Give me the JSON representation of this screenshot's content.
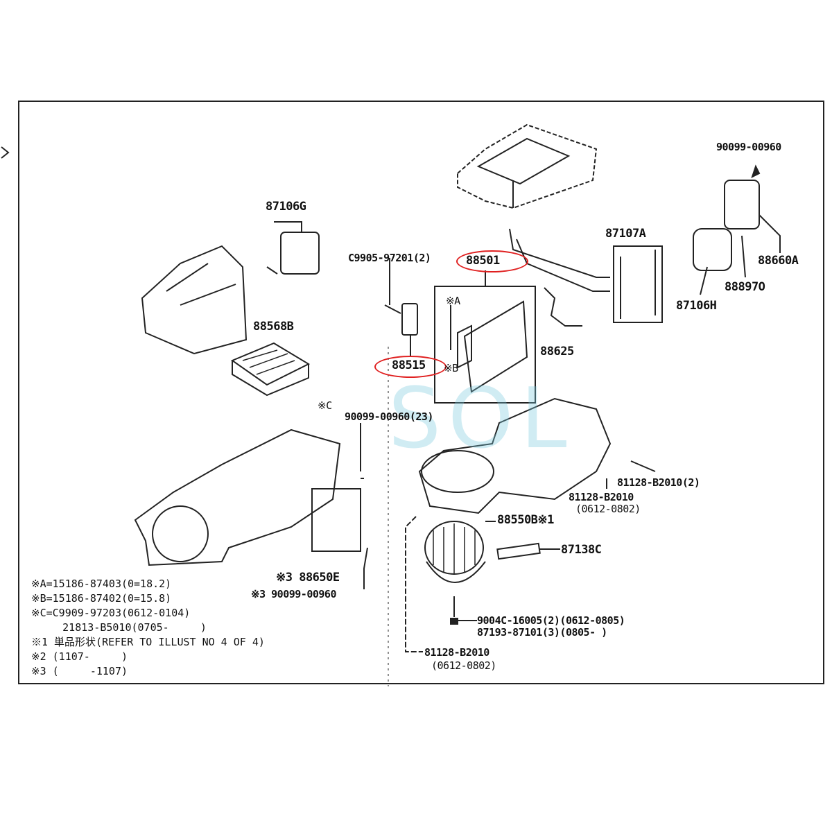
{
  "diagram": {
    "part_labels": {
      "p90099_top": "90099-00960",
      "p87106G": "87106G",
      "pC9905": "C9905-97201(2)",
      "p88501": "88501",
      "p87107A": "87107A",
      "p88660A": "88660A",
      "p88897O": "88897O",
      "p87106H": "87106H",
      "p88568B": "88568B",
      "p88625": "88625",
      "p88515": "88515",
      "markA": "※A",
      "markB": "※B",
      "markC": "※C",
      "p90099_23": "90099-00960(23)",
      "p81128_2": "81128-B2010(2)",
      "p81128_mid": "81128-B2010",
      "p81128_mid_date": "(0612-0802)",
      "p88550B": "88550B※1",
      "p87138C": "87138C",
      "p9004C": "9004C-16005(2)(0612-0805)",
      "p87193": "87193-87101(3)(0805-     )",
      "p81128_bot": "81128-B2010",
      "p81128_bot_date": "(0612-0802)",
      "p88650E": "※3 88650E",
      "p90099_3": "※3 90099-00960"
    },
    "notes": [
      "※A=15186-87403(0=18.2)",
      "※B=15186-87402(0=15.8)",
      "※C=C9909-97203(0612-0104)",
      "     21813-B5010(0705-     )",
      "※1 単品形状(REFER TO ILLUST NO 4 OF 4)",
      "※2 (1107-     )",
      "※3 (     -1107)"
    ],
    "watermark": "SOL",
    "highlight_color": "#e02020"
  }
}
